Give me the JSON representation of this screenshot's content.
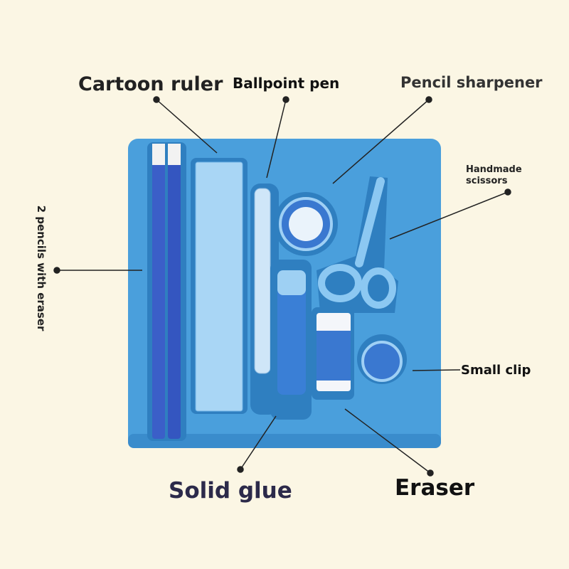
{
  "labels": {
    "cartoon_ruler": "Cartoon ruler",
    "ballpoint_pen": "Ballpoint pen",
    "pencil_sharpener": "Pencil sharpener",
    "handmade_scissors_1": "Handmade",
    "handmade_scissors_2": "scissors",
    "pencils": "2 pencils with eraser",
    "small_clip": "Small clip",
    "solid_glue": "Solid glue",
    "eraser": "Eraser"
  },
  "colors": {
    "background": "#fbf6e4",
    "tray": "#4a9fdc",
    "tray_dark": "#2f7fc0",
    "label_dark": "#222222",
    "label_accent": "#2c2a4a"
  }
}
